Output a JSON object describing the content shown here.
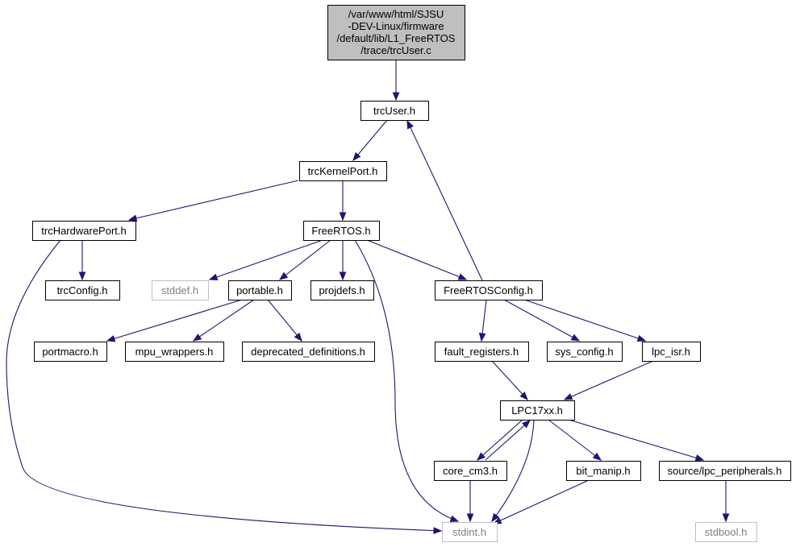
{
  "graph": {
    "root": {
      "lines": [
        "/var/www/html/SJSU",
        "-DEV-Linux/firmware",
        "/default/lib/L1_FreeRTOS",
        "/trace/trcUser.c"
      ]
    },
    "nodes": [
      {
        "id": "trcUser_h",
        "label": "trcUser.h",
        "missing": false
      },
      {
        "id": "trcKernelPort_h",
        "label": "trcKernelPort.h",
        "missing": false
      },
      {
        "id": "trcHardwarePort_h",
        "label": "trcHardwarePort.h",
        "missing": false
      },
      {
        "id": "FreeRTOS_h",
        "label": "FreeRTOS.h",
        "missing": false
      },
      {
        "id": "trcConfig_h",
        "label": "trcConfig.h",
        "missing": false
      },
      {
        "id": "stddef_h",
        "label": "stddef.h",
        "missing": true
      },
      {
        "id": "portable_h",
        "label": "portable.h",
        "missing": false
      },
      {
        "id": "projdefs_h",
        "label": "projdefs.h",
        "missing": false
      },
      {
        "id": "FreeRTOSConfig_h",
        "label": "FreeRTOSConfig.h",
        "missing": false
      },
      {
        "id": "portmacro_h",
        "label": "portmacro.h",
        "missing": false
      },
      {
        "id": "mpu_wrappers_h",
        "label": "mpu_wrappers.h",
        "missing": false
      },
      {
        "id": "deprecated_definitions_h",
        "label": "deprecated_definitions.h",
        "missing": false
      },
      {
        "id": "fault_registers_h",
        "label": "fault_registers.h",
        "missing": false
      },
      {
        "id": "sys_config_h",
        "label": "sys_config.h",
        "missing": false
      },
      {
        "id": "lpc_isr_h",
        "label": "lpc_isr.h",
        "missing": false
      },
      {
        "id": "LPC17xx_h",
        "label": "LPC17xx.h",
        "missing": false
      },
      {
        "id": "core_cm3_h",
        "label": "core_cm3.h",
        "missing": false
      },
      {
        "id": "bit_manip_h",
        "label": "bit_manip.h",
        "missing": false
      },
      {
        "id": "lpc_peripherals_h",
        "label": "source/lpc_peripherals.h",
        "missing": false
      },
      {
        "id": "stdint_h",
        "label": "stdint.h",
        "missing": true
      },
      {
        "id": "stdbool_h",
        "label": "stdbool.h",
        "missing": true
      }
    ],
    "edges": [
      {
        "from": "root",
        "to": "trcUser_h"
      },
      {
        "from": "trcUser_h",
        "to": "trcKernelPort_h"
      },
      {
        "from": "trcKernelPort_h",
        "to": "trcHardwarePort_h"
      },
      {
        "from": "trcKernelPort_h",
        "to": "FreeRTOS_h"
      },
      {
        "from": "trcHardwarePort_h",
        "to": "trcConfig_h"
      },
      {
        "from": "trcHardwarePort_h",
        "to": "stdint_h"
      },
      {
        "from": "FreeRTOS_h",
        "to": "stddef_h"
      },
      {
        "from": "FreeRTOS_h",
        "to": "portable_h"
      },
      {
        "from": "FreeRTOS_h",
        "to": "projdefs_h"
      },
      {
        "from": "FreeRTOS_h",
        "to": "FreeRTOSConfig_h"
      },
      {
        "from": "FreeRTOS_h",
        "to": "stdint_h"
      },
      {
        "from": "FreeRTOSConfig_h",
        "to": "trcUser_h"
      },
      {
        "from": "portable_h",
        "to": "portmacro_h"
      },
      {
        "from": "portable_h",
        "to": "mpu_wrappers_h"
      },
      {
        "from": "portable_h",
        "to": "deprecated_definitions_h"
      },
      {
        "from": "FreeRTOSConfig_h",
        "to": "fault_registers_h"
      },
      {
        "from": "FreeRTOSConfig_h",
        "to": "sys_config_h"
      },
      {
        "from": "FreeRTOSConfig_h",
        "to": "lpc_isr_h"
      },
      {
        "from": "fault_registers_h",
        "to": "LPC17xx_h"
      },
      {
        "from": "lpc_isr_h",
        "to": "LPC17xx_h"
      },
      {
        "from": "LPC17xx_h",
        "to": "core_cm3_h"
      },
      {
        "from": "core_cm3_h",
        "to": "LPC17xx_h"
      },
      {
        "from": "LPC17xx_h",
        "to": "bit_manip_h"
      },
      {
        "from": "LPC17xx_h",
        "to": "lpc_peripherals_h"
      },
      {
        "from": "LPC17xx_h",
        "to": "stdint_h"
      },
      {
        "from": "core_cm3_h",
        "to": "stdint_h"
      },
      {
        "from": "bit_manip_h",
        "to": "stdint_h"
      },
      {
        "from": "lpc_peripherals_h",
        "to": "stdbool_h"
      }
    ],
    "colors": {
      "edge": "#191970",
      "root_fill": "#bfbfbf",
      "node_border": "#000000",
      "missing_border": "#bfbfbf",
      "missing_text": "#808080"
    }
  }
}
